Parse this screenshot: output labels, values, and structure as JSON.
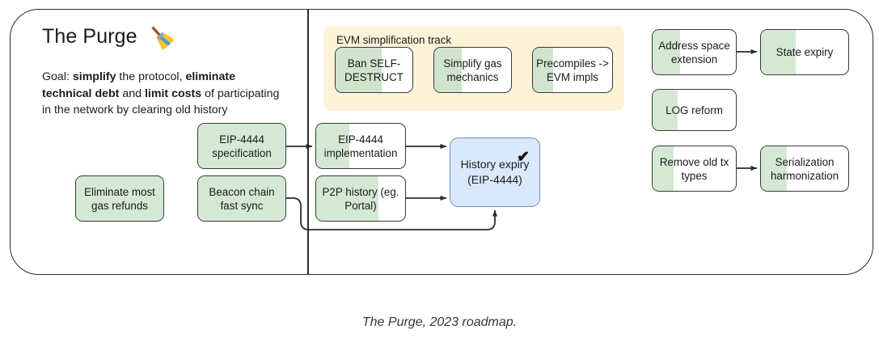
{
  "header": {
    "title": "The Purge",
    "icon": "broom-icon"
  },
  "goal": {
    "prefix": "Goal: ",
    "b1": "simplify",
    "t1": " the protocol, ",
    "b2": "eliminate technical debt",
    "t2": " and ",
    "b3": "limit costs",
    "t3": " of participating in the network by clearing old history"
  },
  "track": {
    "title": "EVM simplification track",
    "items": [
      {
        "label": "Ban SELF-DESTRUCT",
        "progress": 60
      },
      {
        "label": "Simplify gas mechanics",
        "progress": 36
      },
      {
        "label": "Precompiles -> EVM impls",
        "progress": 26
      }
    ]
  },
  "left_column": {
    "items": [
      {
        "label": "EIP-4444 specification",
        "progress": 100
      },
      {
        "label": "Eliminate most gas refunds",
        "progress": 100
      },
      {
        "label": "Beacon chain fast sync",
        "progress": 100
      }
    ]
  },
  "middle_column": {
    "items": [
      {
        "label": "EIP-4444 implementation",
        "progress": 37
      },
      {
        "label": "P2P history (eg. Portal)",
        "progress": 70
      }
    ],
    "highlight": {
      "label": "History expiry (EIP-4444)",
      "check": "✔",
      "fill_color": "#dae8fc",
      "border_color": "#6c8ebf"
    }
  },
  "right_column": {
    "items": [
      {
        "label": "Address space extension",
        "progress": 33
      },
      {
        "label": "State expiry",
        "progress": 40
      },
      {
        "label": "LOG reform",
        "progress": 30
      },
      {
        "label": "Remove old tx types",
        "progress": 25
      },
      {
        "label": "Serialization harmonization",
        "progress": 30
      }
    ]
  },
  "caption": {
    "text": "The Purge, 2023 roadmap."
  },
  "colors": {
    "green_fill": "#d5e8d4",
    "track_bg": "#fdf3d9",
    "blue_fill": "#dae8fc",
    "blue_border": "#6c8ebf",
    "stroke": "#3a3a3a"
  }
}
